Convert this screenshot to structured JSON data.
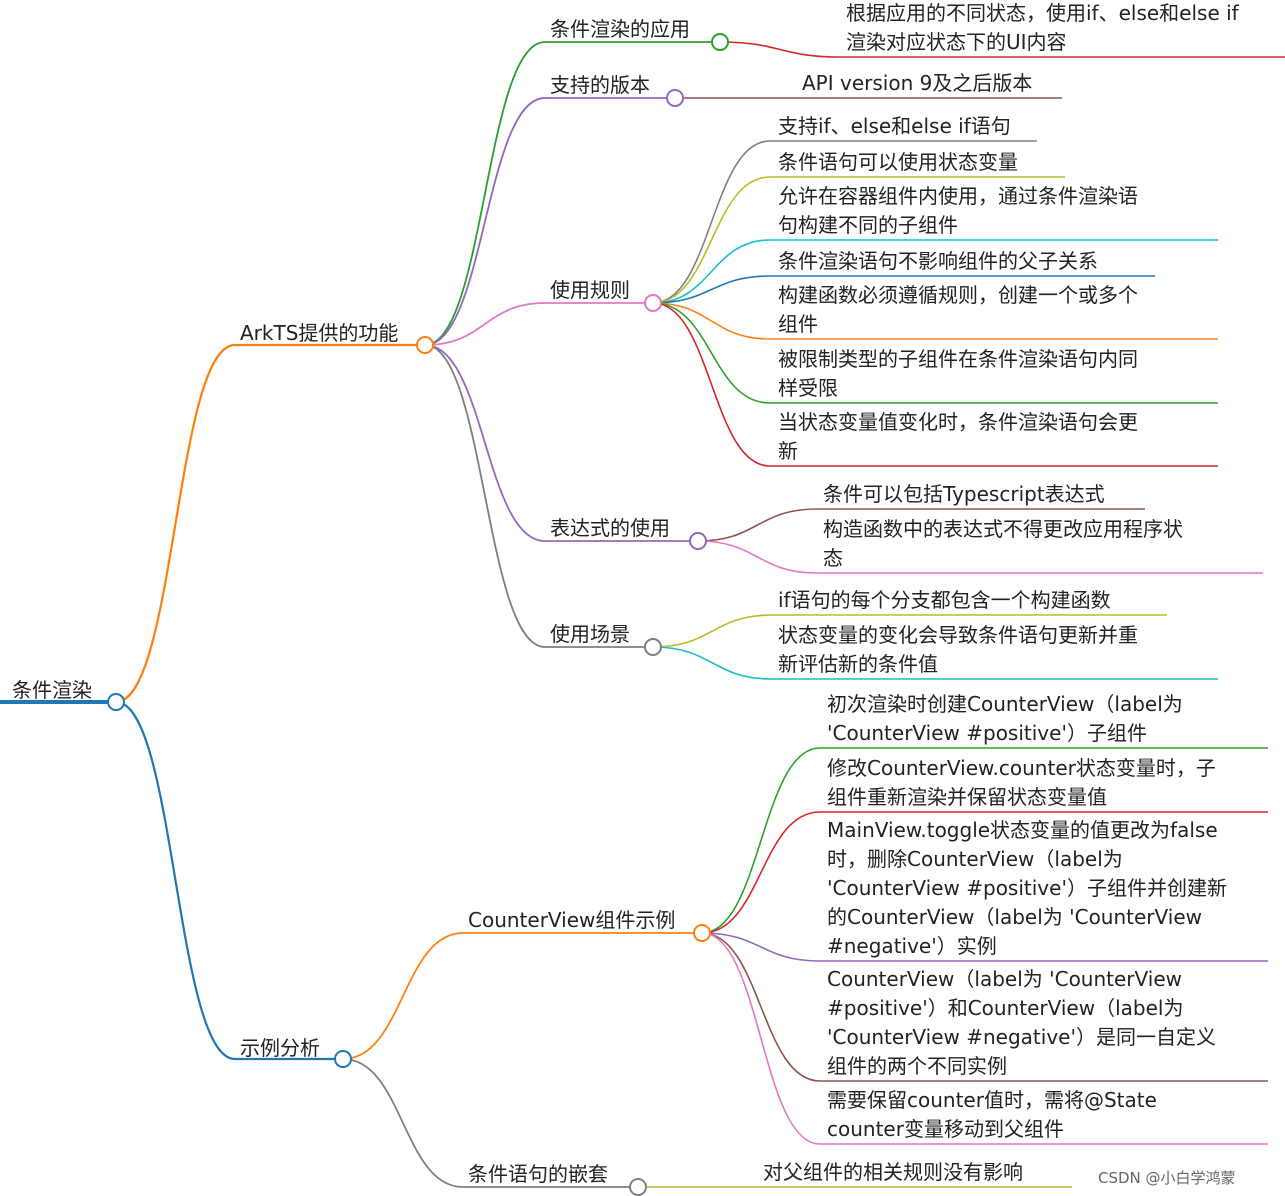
{
  "root": "条件渲染",
  "watermark": "CSDN @小白学鸿蒙",
  "branches": {
    "arkts": {
      "label": "ArkTS提供的功能",
      "app": {
        "label": "条件渲染的应用",
        "leaf": [
          "根据应用的不同状态，使用if、else和else if",
          "渲染对应状态下的UI内容"
        ]
      },
      "version": {
        "label": "支持的版本",
        "leaf": [
          "API version 9及之后版本"
        ]
      },
      "rules": {
        "label": "使用规则",
        "leaves": [
          [
            "支持if、else和else if语句"
          ],
          [
            "条件语句可以使用状态变量"
          ],
          [
            "允许在容器组件内使用，通过条件渲染语",
            "句构建不同的子组件"
          ],
          [
            "条件渲染语句不影响组件的父子关系"
          ],
          [
            "构建函数必须遵循规则，创建一个或多个",
            "组件"
          ],
          [
            "被限制类型的子组件在条件渲染语句内同",
            "样受限"
          ],
          [
            "当状态变量值变化时，条件渲染语句会更",
            "新"
          ]
        ]
      },
      "expr": {
        "label": "表达式的使用",
        "leaves": [
          [
            "条件可以包括Typescript表达式"
          ],
          [
            "构造函数中的表达式不得更改应用程序状",
            "态"
          ]
        ]
      },
      "scene": {
        "label": "使用场景",
        "leaves": [
          [
            "if语句的每个分支都包含一个构建函数"
          ],
          [
            "状态变量的变化会导致条件语句更新并重",
            "新评估新的条件值"
          ]
        ]
      }
    },
    "example": {
      "label": "示例分析",
      "counter": {
        "label": "CounterView组件示例",
        "leaves": [
          [
            "初次渲染时创建CounterView（label为",
            "'CounterView #positive'）子组件"
          ],
          [
            "修改CounterView.counter状态变量时，子",
            "组件重新渲染并保留状态变量值"
          ],
          [
            "MainView.toggle状态变量的值更改为false",
            "时，删除CounterView（label为",
            "'CounterView #positive'）子组件并创建新",
            "的CounterView（label为 'CounterView",
            "#negative'）实例"
          ],
          [
            "CounterView（label为 'CounterView",
            "#positive'）和CounterView（label为",
            "'CounterView #negative'）是同一自定义",
            "组件的两个不同实例"
          ],
          [
            "需要保留counter值时，需将@State",
            "counter变量移动到父组件"
          ]
        ]
      },
      "nest": {
        "label": "条件语句的嵌套",
        "leaf": [
          "对父组件的相关规则没有影响"
        ]
      }
    }
  }
}
